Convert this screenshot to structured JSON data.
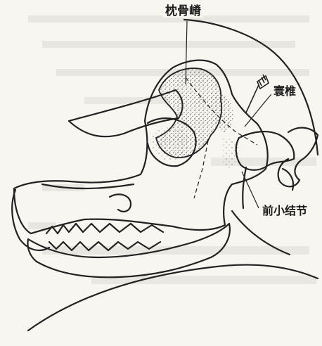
{
  "diagram": {
    "labels": {
      "occipital_crest": "枕骨嵴",
      "atlas": "寰椎",
      "anterior_small_node": "前小结节"
    },
    "colors": {
      "ink": "#222222",
      "paper": "#f7f6f1",
      "bleed_text": "#cfcdc6"
    }
  }
}
